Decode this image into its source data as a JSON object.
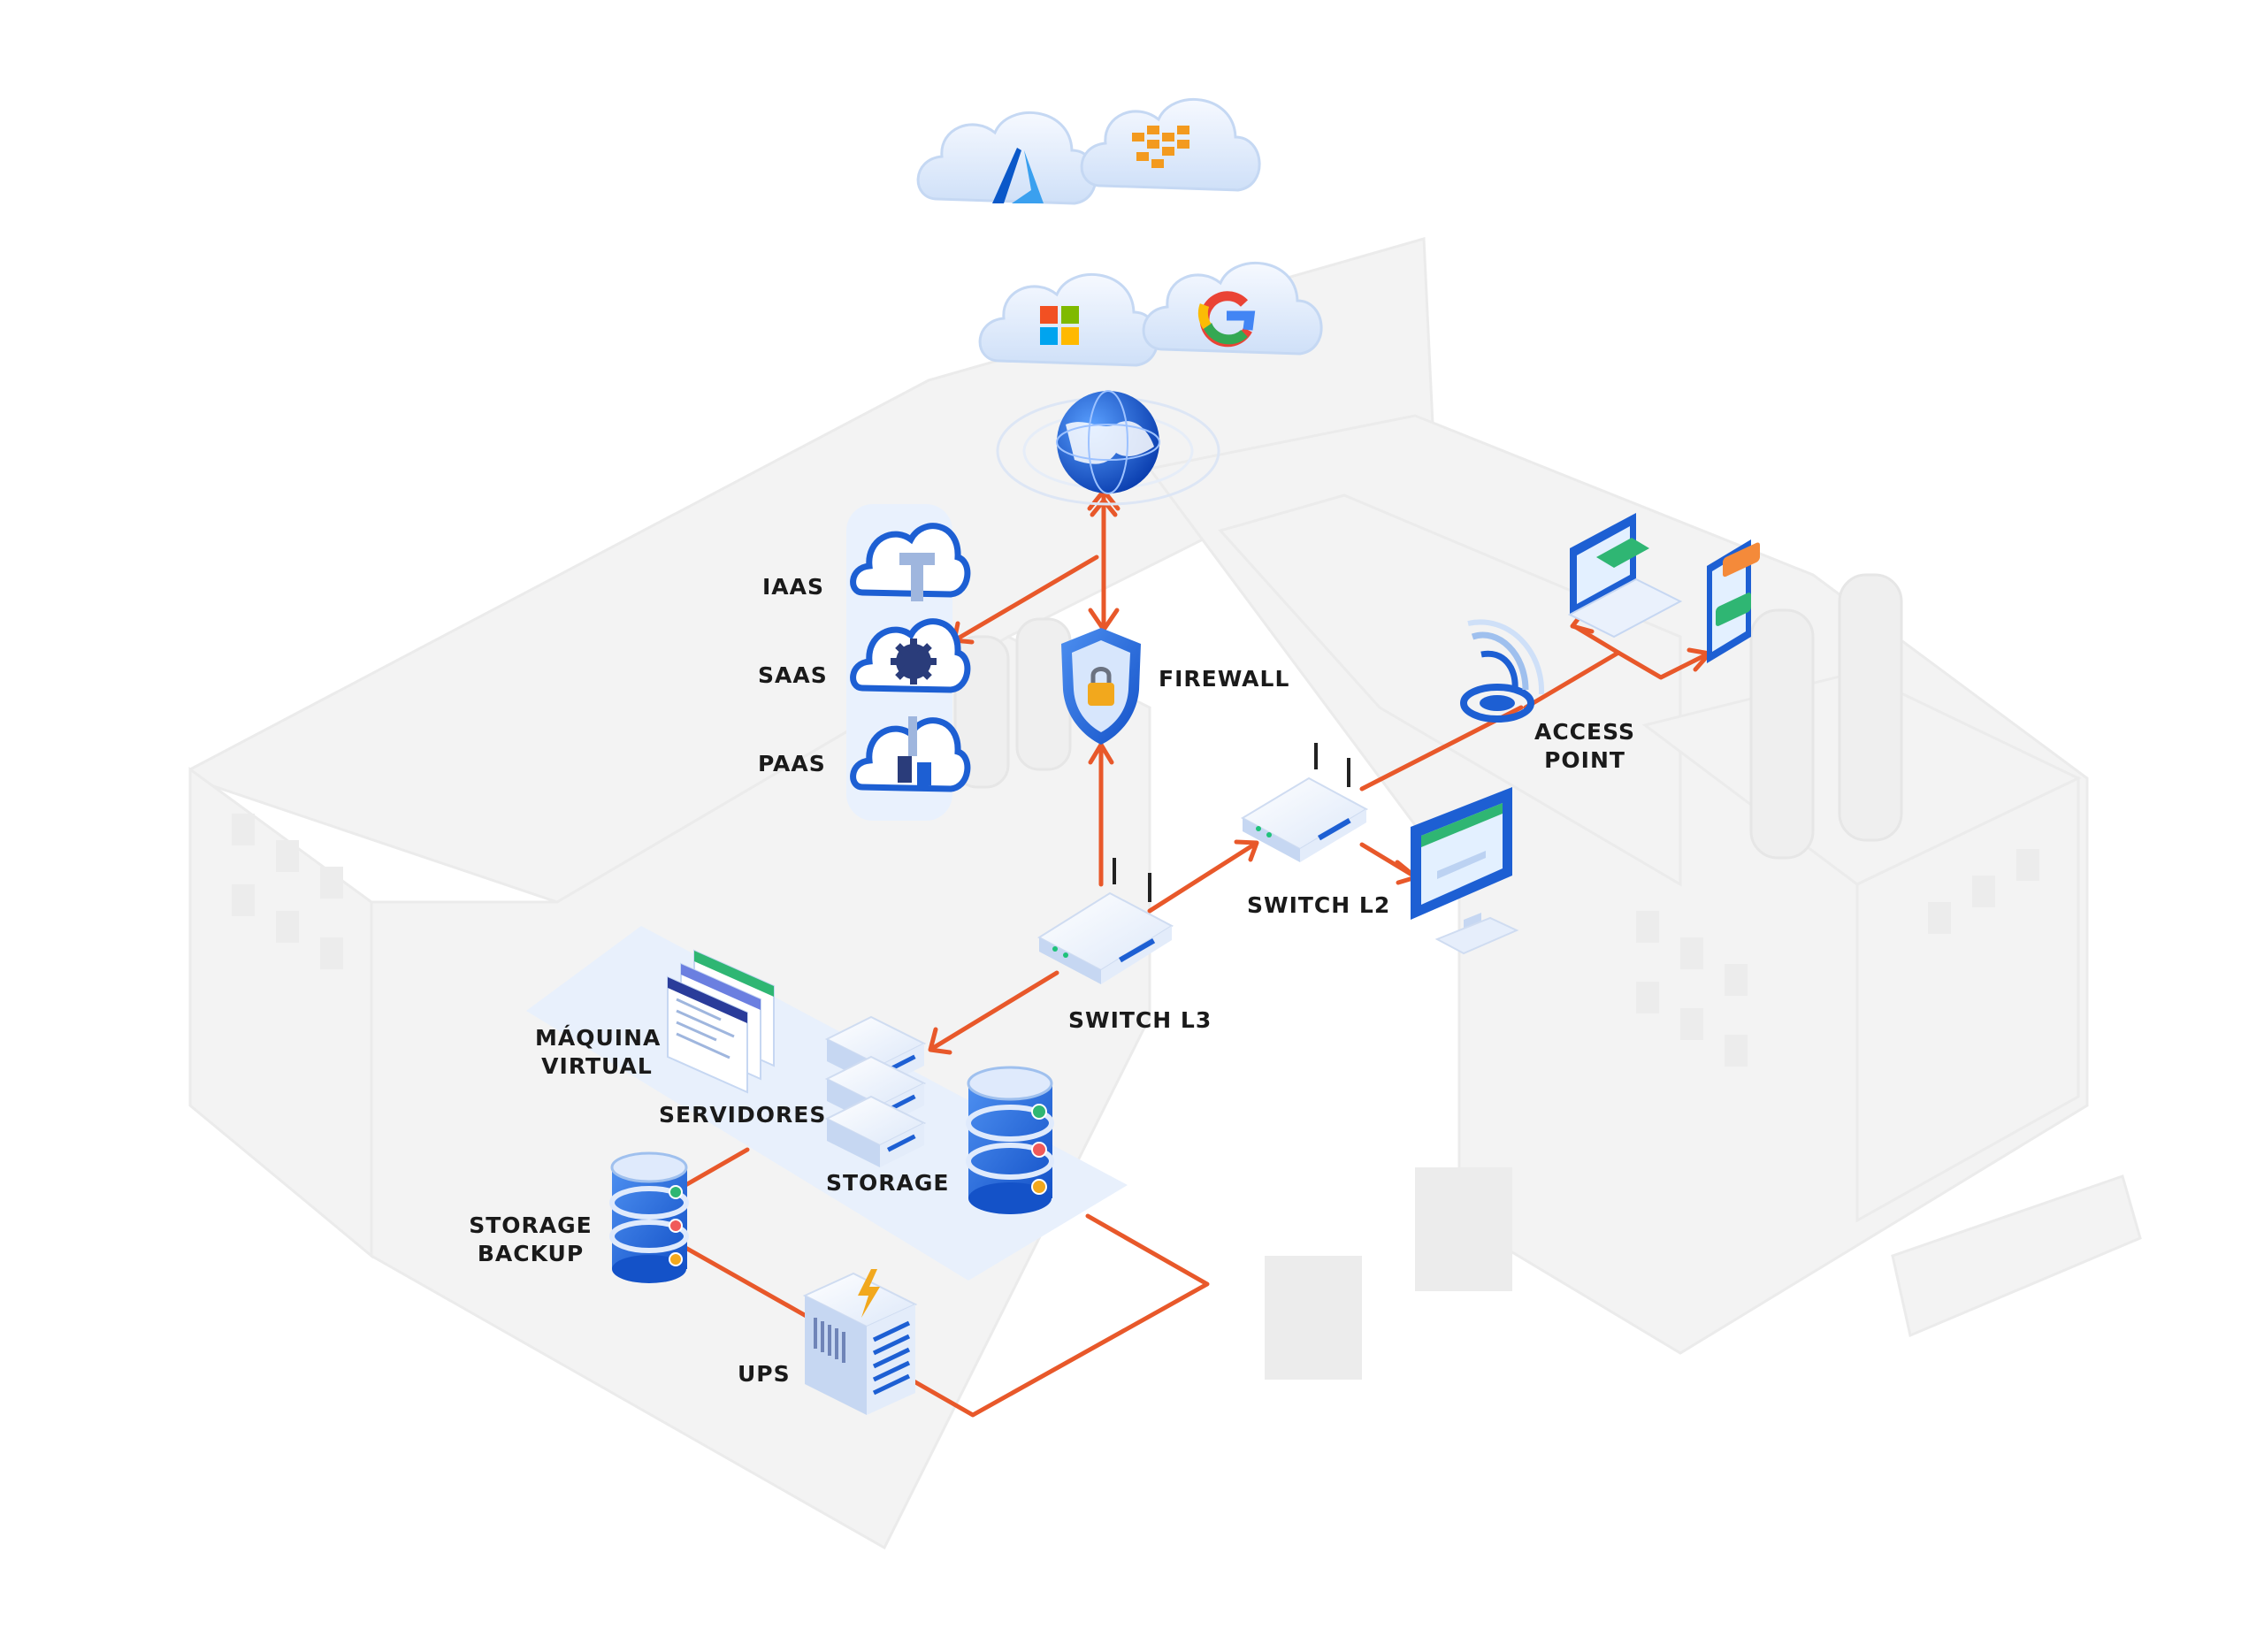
{
  "diagram": {
    "nodes": {
      "iaas": "IAAS",
      "saas": "SAAS",
      "paas": "PAAS",
      "firewall": "FIREWALL",
      "access_point_line1": "ACCESS",
      "access_point_line2": "POINT",
      "switch_l2": "SWITCH L2",
      "switch_l3": "SWITCH L3",
      "maquina_virtual_line1": "MÁQUINA",
      "maquina_virtual_line2": "VIRTUAL",
      "servidores": "SERVIDORES",
      "storage": "STORAGE",
      "storage_backup_line1": "STORAGE",
      "storage_backup_line2": "BACKUP",
      "ups": "UPS"
    },
    "cloud_providers": [
      "azure-icon",
      "aws-icon",
      "microsoft-icon",
      "google-icon"
    ],
    "colors": {
      "connector": "#e8582a",
      "accent_blue": "#1565d8",
      "light_blue": "#dbe8fb",
      "building": "#f2f2f2"
    }
  }
}
